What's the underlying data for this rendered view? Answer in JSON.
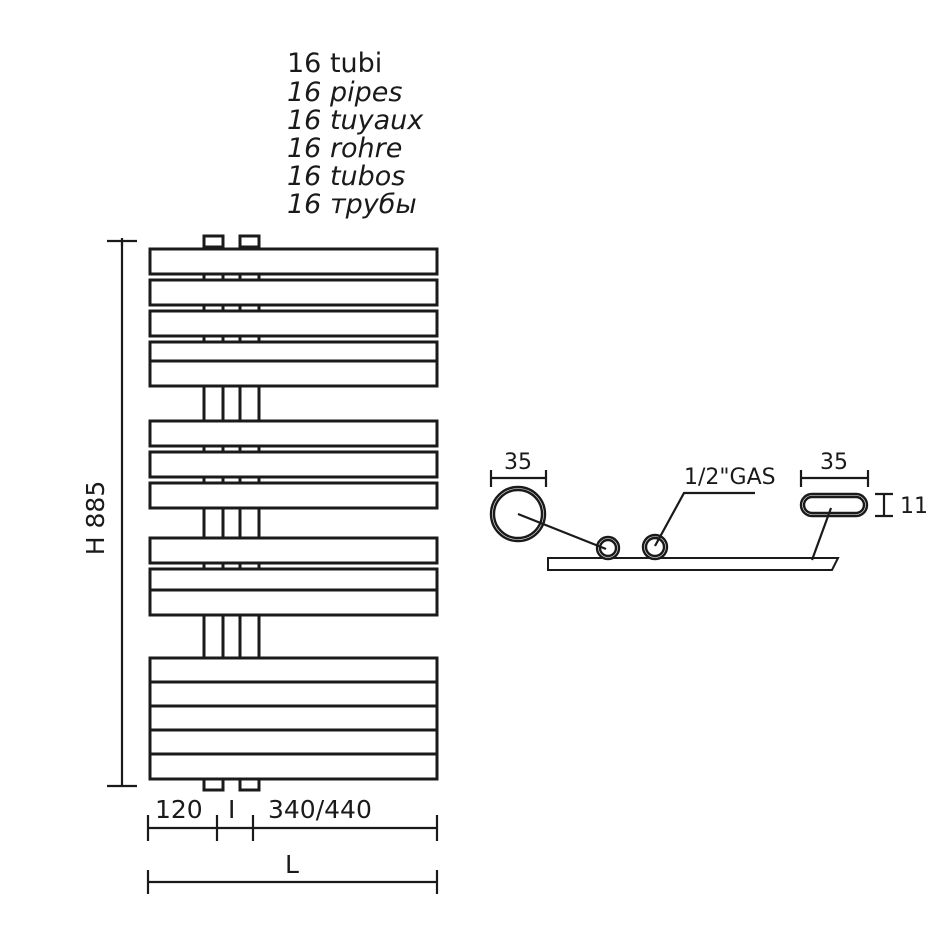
{
  "drawing": {
    "title_block": {
      "pipe_count_labels": [
        {
          "lang": "it",
          "text": "16 tubi",
          "style": "upright"
        },
        {
          "lang": "en",
          "text": "16 pipes",
          "style": "italic"
        },
        {
          "lang": "fr",
          "text": "16 tuyaux",
          "style": "italic"
        },
        {
          "lang": "de",
          "text": "16 rohre",
          "style": "italic"
        },
        {
          "lang": "es",
          "text": "16 tubos",
          "style": "italic"
        },
        {
          "lang": "ru",
          "text": "16 трубы",
          "style": "italic"
        }
      ]
    },
    "elevation": {
      "height_dimension": "H 885",
      "bottom_dimensions": {
        "segment_1": "120",
        "segment_2": "I",
        "segment_3": "340/440",
        "overall": "L"
      },
      "pipe_groups": [
        {
          "name": "top-group",
          "bar_count": 5
        },
        {
          "name": "upper-mid-group",
          "bar_count": 3
        },
        {
          "name": "lower-mid-group",
          "bar_count": 3
        },
        {
          "name": "bottom-group",
          "bar_count": 5
        }
      ],
      "total_pipes": 16
    },
    "section_detail": {
      "collector_diameter": "35",
      "connection_thread": "1/2\"GAS",
      "tube_width": "35",
      "tube_height": "11"
    },
    "colors": {
      "line": "#1a1a1a",
      "fill": "#ffffff",
      "background": "#ffffff"
    }
  }
}
